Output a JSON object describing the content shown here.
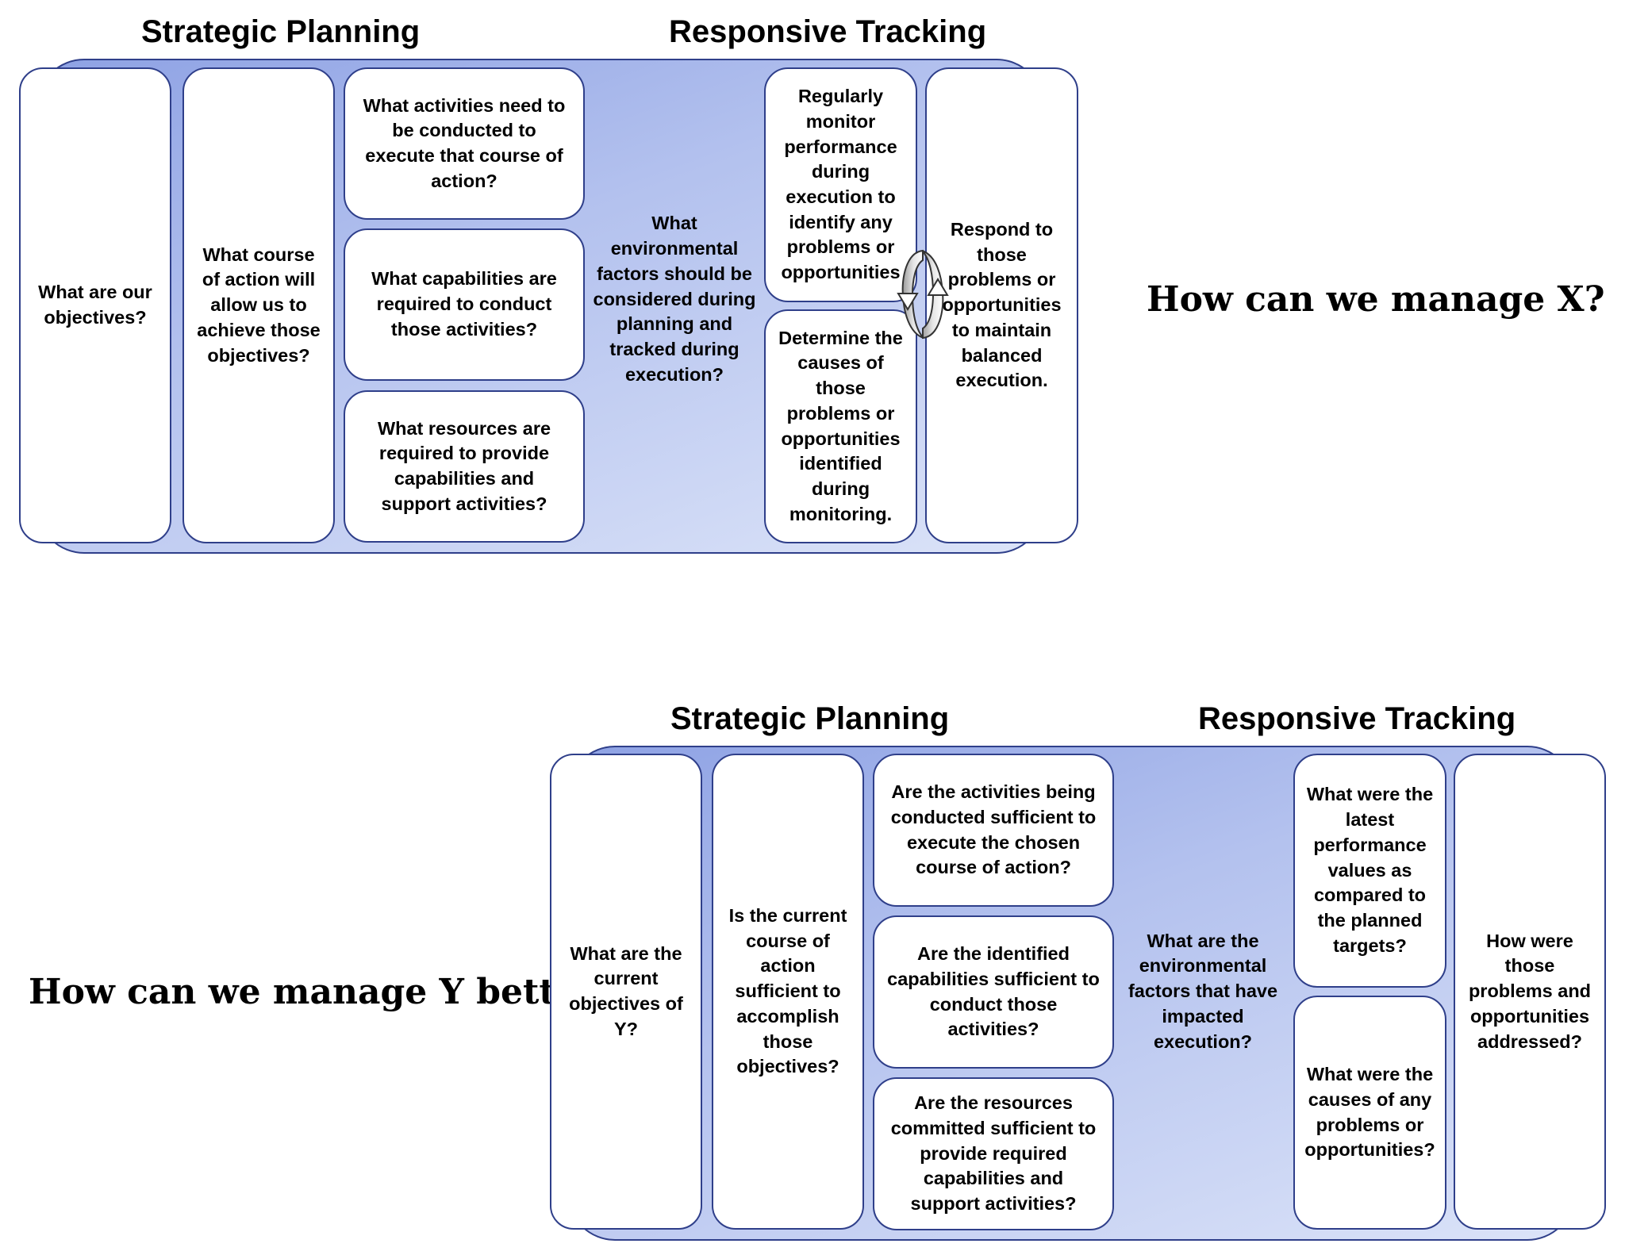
{
  "diagram_x": {
    "headers": {
      "planning": "Strategic Planning",
      "tracking": "Responsive Tracking"
    },
    "question": "How can we manage X?",
    "objectives": "What are our objectives?",
    "course": "What course of action will allow us to achieve those objectives?",
    "activities": "What activities need to be conducted to execute that course of action?",
    "capabilities": "What capabilities are required to conduct those activities?",
    "resources": "What resources are required to provide capabilities and support activities?",
    "environment": "What environmental factors should be considered during planning and tracked during execution?",
    "monitor": "Regularly monitor performance during execution to identify any problems or opportunities",
    "causes": "Determine the causes of those problems or opportunities identified during monitoring.",
    "respond": "Respond to those problems or opportunities to maintain balanced execution."
  },
  "diagram_y": {
    "headers": {
      "planning": "Strategic Planning",
      "tracking": "Responsive Tracking"
    },
    "question": "How can we manage Y better?",
    "objectives": "What are the current objectives of Y?",
    "course": "Is the current course of action sufficient to accomplish those objectives?",
    "activities": "Are the activities being conducted sufficient to execute the chosen course of action?",
    "capabilities": "Are the identified capabilities sufficient to conduct those activities?",
    "resources": "Are the resources committed sufficient to provide required capabilities and support activities?",
    "environment": "What are the environmental factors that have impacted execution?",
    "performance": "What were the latest performance values as compared to the planned targets?",
    "causes": "What were the causes of any problems or opportunities?",
    "addressed": "How were those problems and opportunities addressed?"
  },
  "colors": {
    "border": "#2f3f8a",
    "band_start": "#8ea2e4",
    "band_end": "#dbe3f8",
    "box": "#ffffff"
  },
  "icons": {
    "cycle": "refresh-cycle-icon"
  }
}
